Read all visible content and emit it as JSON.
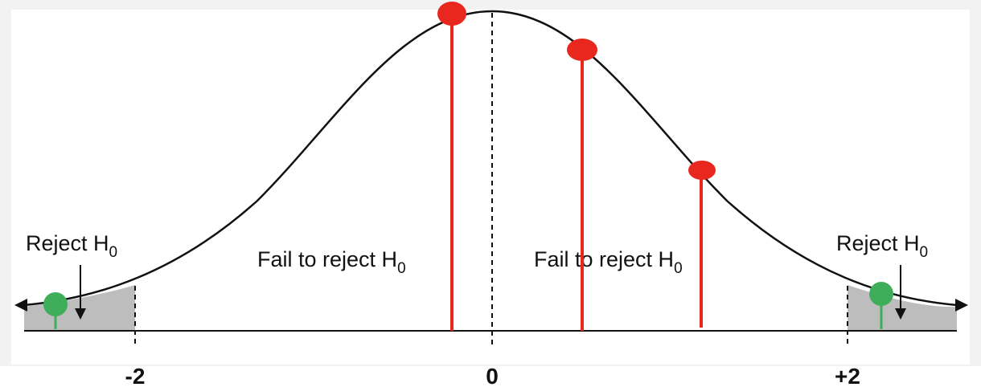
{
  "figure": {
    "region_labels": {
      "left_reject": {
        "text": "Reject H",
        "sub": "0"
      },
      "center_left_fail": {
        "text": "Fail to reject H",
        "sub": "0"
      },
      "center_right_fail": {
        "text": "Fail to reject H",
        "sub": "0"
      },
      "right_reject": {
        "text": "Reject H",
        "sub": "0"
      }
    },
    "tick_labels": {
      "left": "-2",
      "center": "0",
      "right": "+2"
    },
    "colors": {
      "curve": "#111111",
      "tail_shade": "#bdbdbd",
      "marker_red": "#e8281e",
      "marker_green": "#3fae5a",
      "background": "#f2f2f2",
      "panel": "#ffffff"
    }
  }
}
